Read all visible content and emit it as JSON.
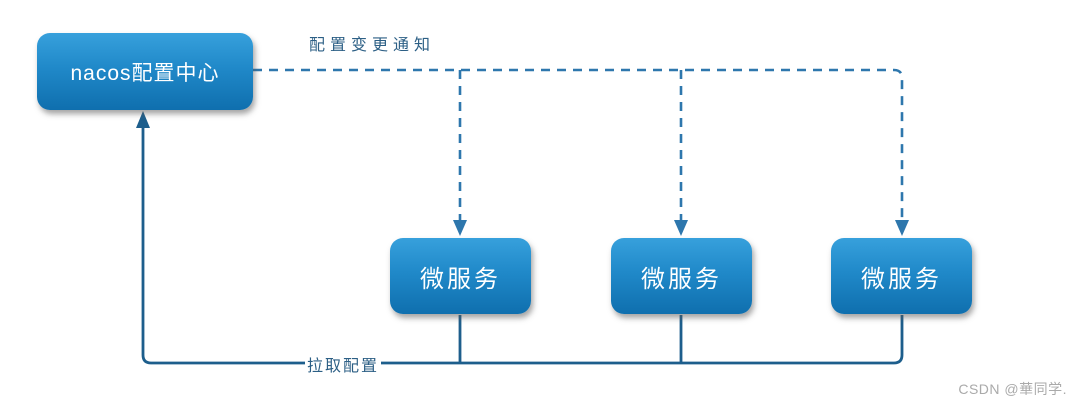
{
  "diagram": {
    "nodes": {
      "config_center": {
        "label": "nacos配置中心"
      },
      "services": [
        {
          "label": "微服务"
        },
        {
          "label": "微服务"
        },
        {
          "label": "微服务"
        }
      ]
    },
    "edges": {
      "notify_label": "配置变更通知",
      "pull_label": "拉取配置"
    },
    "watermark": "CSDN @華同学.",
    "colors": {
      "node_gradient_top": "#37a0dc",
      "node_gradient_bottom": "#0f6fae",
      "node_text": "#ffffff",
      "dashed_line": "#2e77ad",
      "solid_line": "#1d5e8c",
      "edge_label_text": "#2c5f85",
      "watermark_text": "#aaaaaa",
      "background": "#ffffff"
    }
  }
}
